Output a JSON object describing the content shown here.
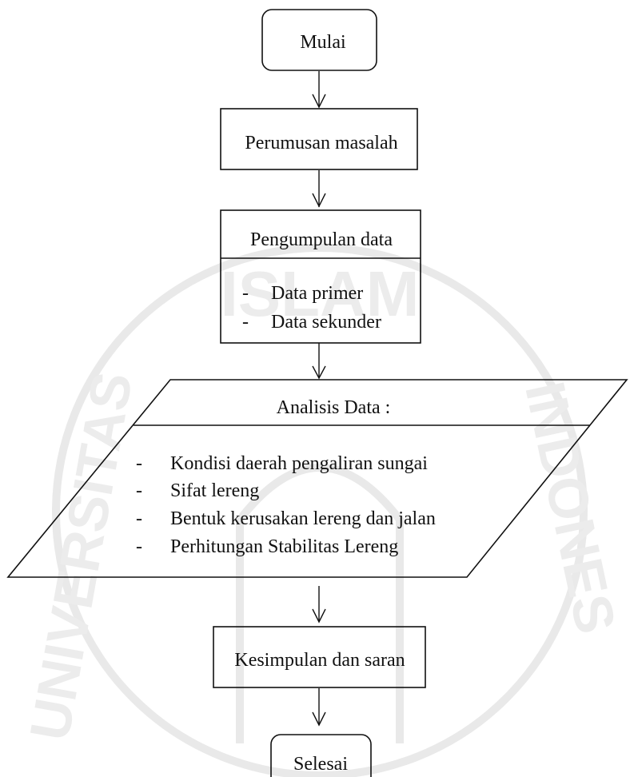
{
  "diagram": {
    "start": "Mulai",
    "step1": "Perumusan masalah",
    "step2": {
      "title": "Pengumpulan data",
      "items": [
        "Data primer",
        "Data sekunder"
      ]
    },
    "step3": {
      "title": "Analisis Data :",
      "items": [
        "Kondisi daerah pengaliran sungai",
        "Sifat lereng",
        "Bentuk kerusakan lereng dan jalan",
        "Perhitungan Stabilitas Lereng"
      ]
    },
    "step4": "Kesimpulan dan saran",
    "end": "Selesai"
  },
  "watermark": {
    "top": "ISLAM",
    "left": "UNIVERSITAS",
    "right": "INDONES"
  }
}
